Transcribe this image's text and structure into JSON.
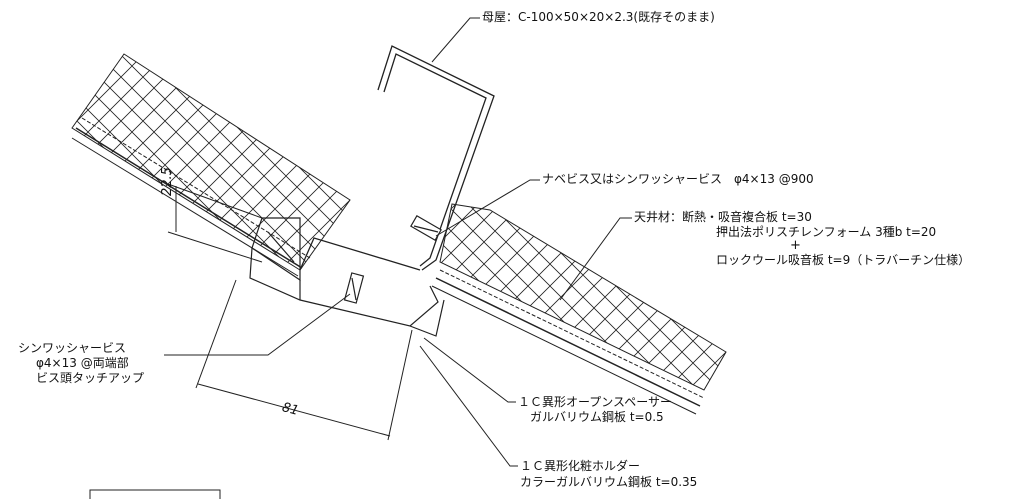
{
  "labels": {
    "purlin": "母屋：C-100×50×20×2.3(既存そのまま)",
    "screw_top": "ナベビス又はシンワッシャービス　φ4×13 @900",
    "ceiling_1": "天井材：断熱・吸音複合板 t=30",
    "ceiling_2": "押出法ポリスチレンフォーム 3種b t=20",
    "ceiling_plus": "+",
    "ceiling_3": "ロックウール吸音板 t=9（トラバーチン仕様）",
    "washer_1": "シンワッシャービス",
    "washer_2": "φ4×13 @両端部",
    "washer_3": "ビス頭タッチアップ",
    "spacer_1": "１Ｃ異形オープンスペーサー",
    "spacer_2": "ガルバリウム鋼板 t=0.5",
    "holder_1": "１Ｃ異形化粧ホルダー",
    "holder_2": "カラーガルバリウム鋼板 t=0.35"
  },
  "dimensions": {
    "offset": "22.5",
    "width": "81"
  }
}
